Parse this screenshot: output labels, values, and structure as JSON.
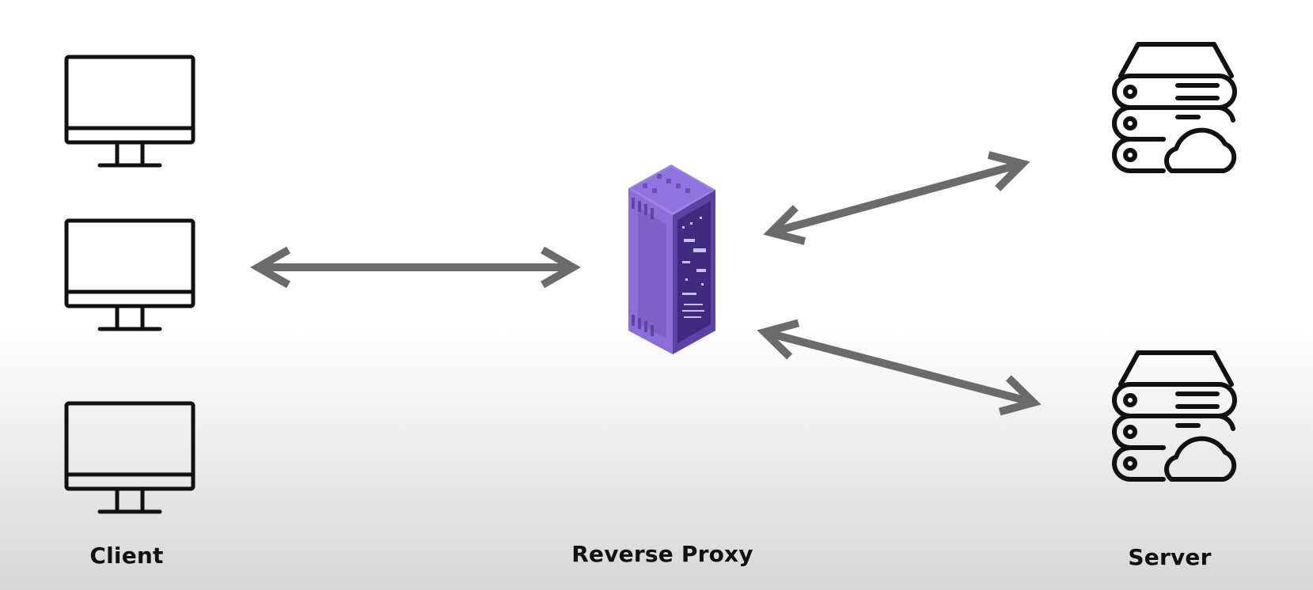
{
  "diagram": {
    "labels": {
      "client": "Client",
      "proxy": "Reverse Proxy",
      "server": "Server"
    },
    "nodes": {
      "clients": [
        {
          "id": "client-1",
          "icon": "monitor-icon"
        },
        {
          "id": "client-2",
          "icon": "monitor-icon"
        },
        {
          "id": "client-3",
          "icon": "monitor-icon"
        }
      ],
      "proxy": {
        "id": "reverse-proxy",
        "icon": "server-rack-icon"
      },
      "servers": [
        {
          "id": "server-1",
          "icon": "cloud-server-icon"
        },
        {
          "id": "server-2",
          "icon": "cloud-server-icon"
        }
      ]
    },
    "edges": [
      {
        "from": "clients",
        "to": "reverse-proxy",
        "direction": "bidirectional"
      },
      {
        "from": "reverse-proxy",
        "to": "server-1",
        "direction": "bidirectional"
      },
      {
        "from": "reverse-proxy",
        "to": "server-2",
        "direction": "bidirectional"
      }
    ],
    "colors": {
      "icon_stroke": "#111111",
      "arrow": "#6b6b6b",
      "rack_front": "#6f54b8",
      "rack_side": "#8a6fd6",
      "rack_top": "#9b84e6",
      "background_top": "#ffffff",
      "background_bottom": "#d7d7d7"
    }
  }
}
